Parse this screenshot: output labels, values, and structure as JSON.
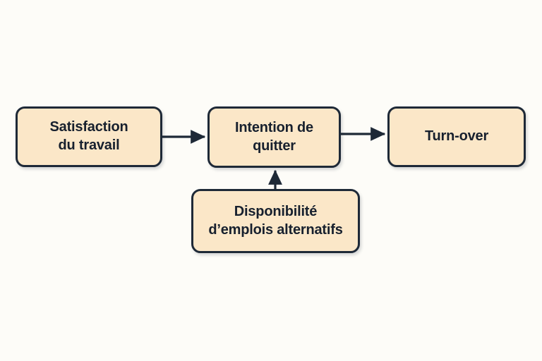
{
  "diagram": {
    "type": "flowchart",
    "title": "",
    "language": "fr",
    "background_color": "#FDFCF8",
    "node_fill_color": "#FBE7C8",
    "node_border_color": "#1E2937",
    "text_color": "#17202E",
    "nodes": [
      {
        "id": "satisfaction",
        "label": "Satisfaction\ndu travail",
        "line1": "Satisfaction",
        "line2": "du travail"
      },
      {
        "id": "intention",
        "label": "Intention de\nquitter",
        "line1": "Intention de",
        "line2": "quitter"
      },
      {
        "id": "turnover",
        "label": "Turn-over",
        "line1": "Turn-over",
        "line2": ""
      },
      {
        "id": "disponibilite",
        "label": "Disponibilité\nd’emplois alternatifs",
        "line1": "Disponibilité",
        "line2": "d’emplois alternatifs"
      }
    ],
    "edges": [
      {
        "id": "edge-satisfaction-intention",
        "from": "satisfaction",
        "to": "intention",
        "label": "",
        "direction": "right"
      },
      {
        "id": "edge-intention-turnover",
        "from": "intention",
        "to": "turnover",
        "label": "",
        "direction": "right"
      },
      {
        "id": "edge-disponibilite-intention",
        "from": "disponibilite",
        "to": "intention",
        "label": "",
        "direction": "up"
      }
    ]
  }
}
